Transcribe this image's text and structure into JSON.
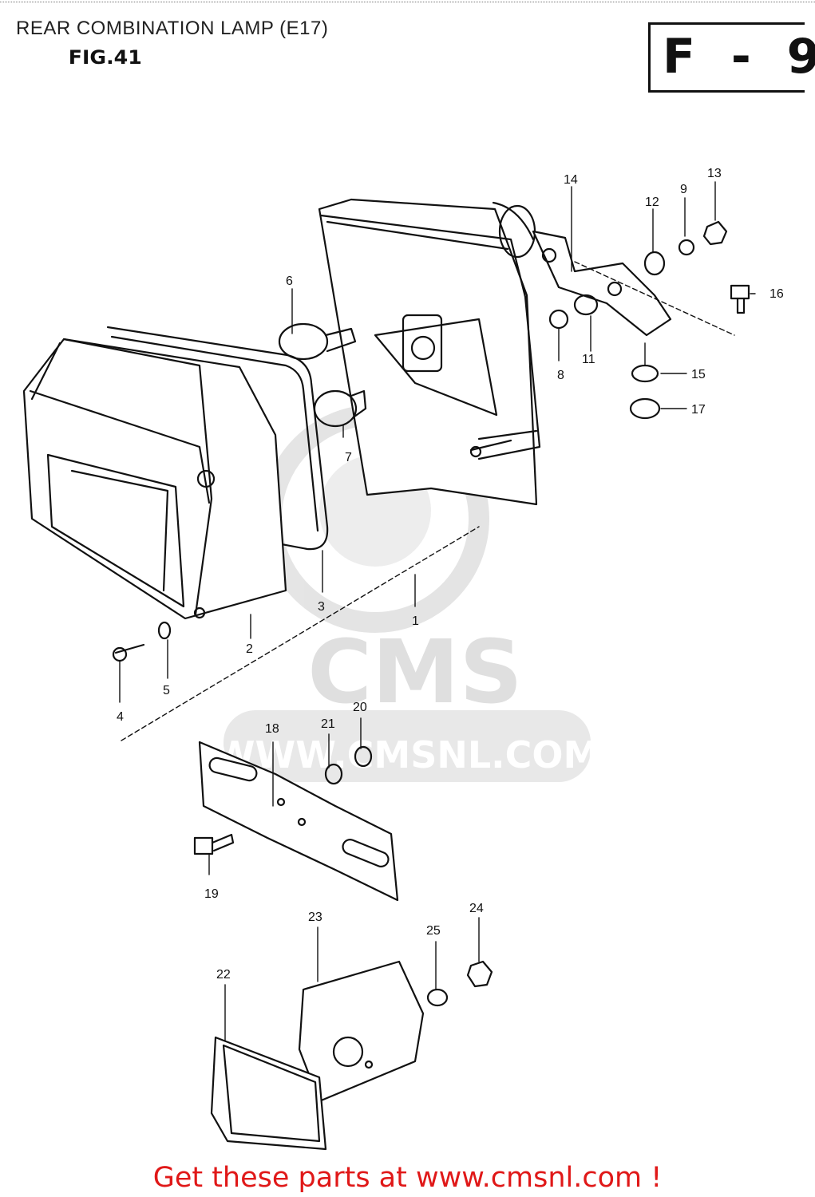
{
  "header": {
    "title": "REAR COMBINATION LAMP (E17)",
    "figure": "FIG.41",
    "section_code": "F - 9"
  },
  "watermark": {
    "logo_text": "CMS",
    "url_text": "WWW.CMSNL.COM"
  },
  "callouts": {
    "p1": "1",
    "p2": "2",
    "p3": "3",
    "p4": "4",
    "p5": "5",
    "p6": "6",
    "p7": "7",
    "p8": "8",
    "p9": "9",
    "p11": "11",
    "p12": "12",
    "p13": "13",
    "p14": "14",
    "p15": "15",
    "p16": "16",
    "p17": "17",
    "p18": "18",
    "p19": "19",
    "p20": "20",
    "p21": "21",
    "p22": "22",
    "p23": "23",
    "p24": "24",
    "p25": "25"
  },
  "footer": {
    "cta": "Get these parts at www.cmsnl.com !"
  },
  "colors": {
    "cta": "#e01818",
    "line": "#111111",
    "watermark": "#dcdcdc"
  }
}
